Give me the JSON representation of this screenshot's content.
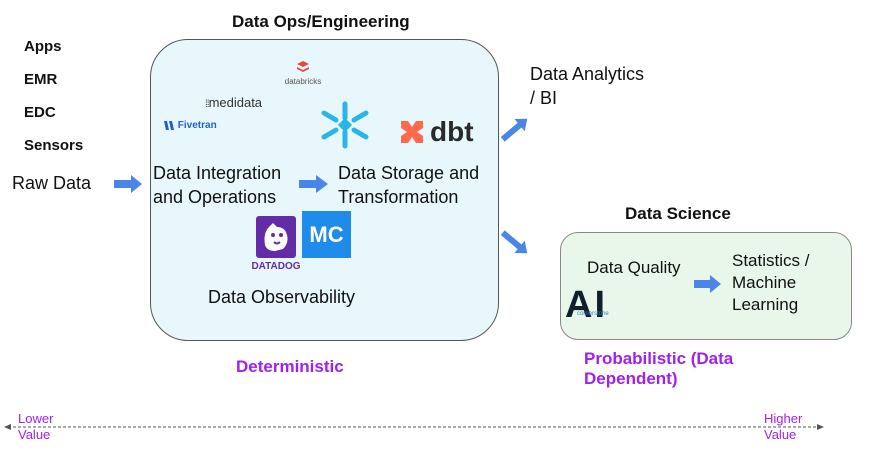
{
  "sources": {
    "items": [
      "Apps",
      "EMR",
      "EDC",
      "Sensors"
    ],
    "raw_label": "Raw Data"
  },
  "ops": {
    "title": "Data Ops/Engineering",
    "integration_line1": "Data Integration",
    "integration_line2": "and Operations",
    "storage_line1": "Data Storage and",
    "storage_line2": "Transformation",
    "observability": "Data Observability",
    "footer": "Deterministic",
    "logos": {
      "databricks": "databricks",
      "medidata": "medidata",
      "fivetran": "Fivetran",
      "dbt": "dbt",
      "datadog": "DATADOG",
      "mc": "MC"
    }
  },
  "analytics": {
    "line1": "Data Analytics",
    "line2": "/ BI"
  },
  "science": {
    "title": "Data Science",
    "quality": "Data Quality",
    "stats_line1": "Statistics /",
    "stats_line2": "Machine",
    "stats_line3": "Learning",
    "footer_line1": "Probabilistic (Data",
    "footer_line2": "Dependent)",
    "logo_mark": "AI",
    "logo_sub": "cornerstone"
  },
  "axis": {
    "lower_line1": "Lower",
    "lower_line2": "Value",
    "higher_line1": "Higher",
    "higher_line2": "Value"
  },
  "colors": {
    "arrow_blue": "#4a86e8",
    "purple": "#a020f0",
    "ops_fill": "#e8f7fb",
    "ds_fill": "#e9f7ea",
    "snowflake": "#29b5e8",
    "dbt_orange": "#ff694b",
    "mc_blue": "#1f8cea",
    "datadog_purple": "#632ca6"
  }
}
